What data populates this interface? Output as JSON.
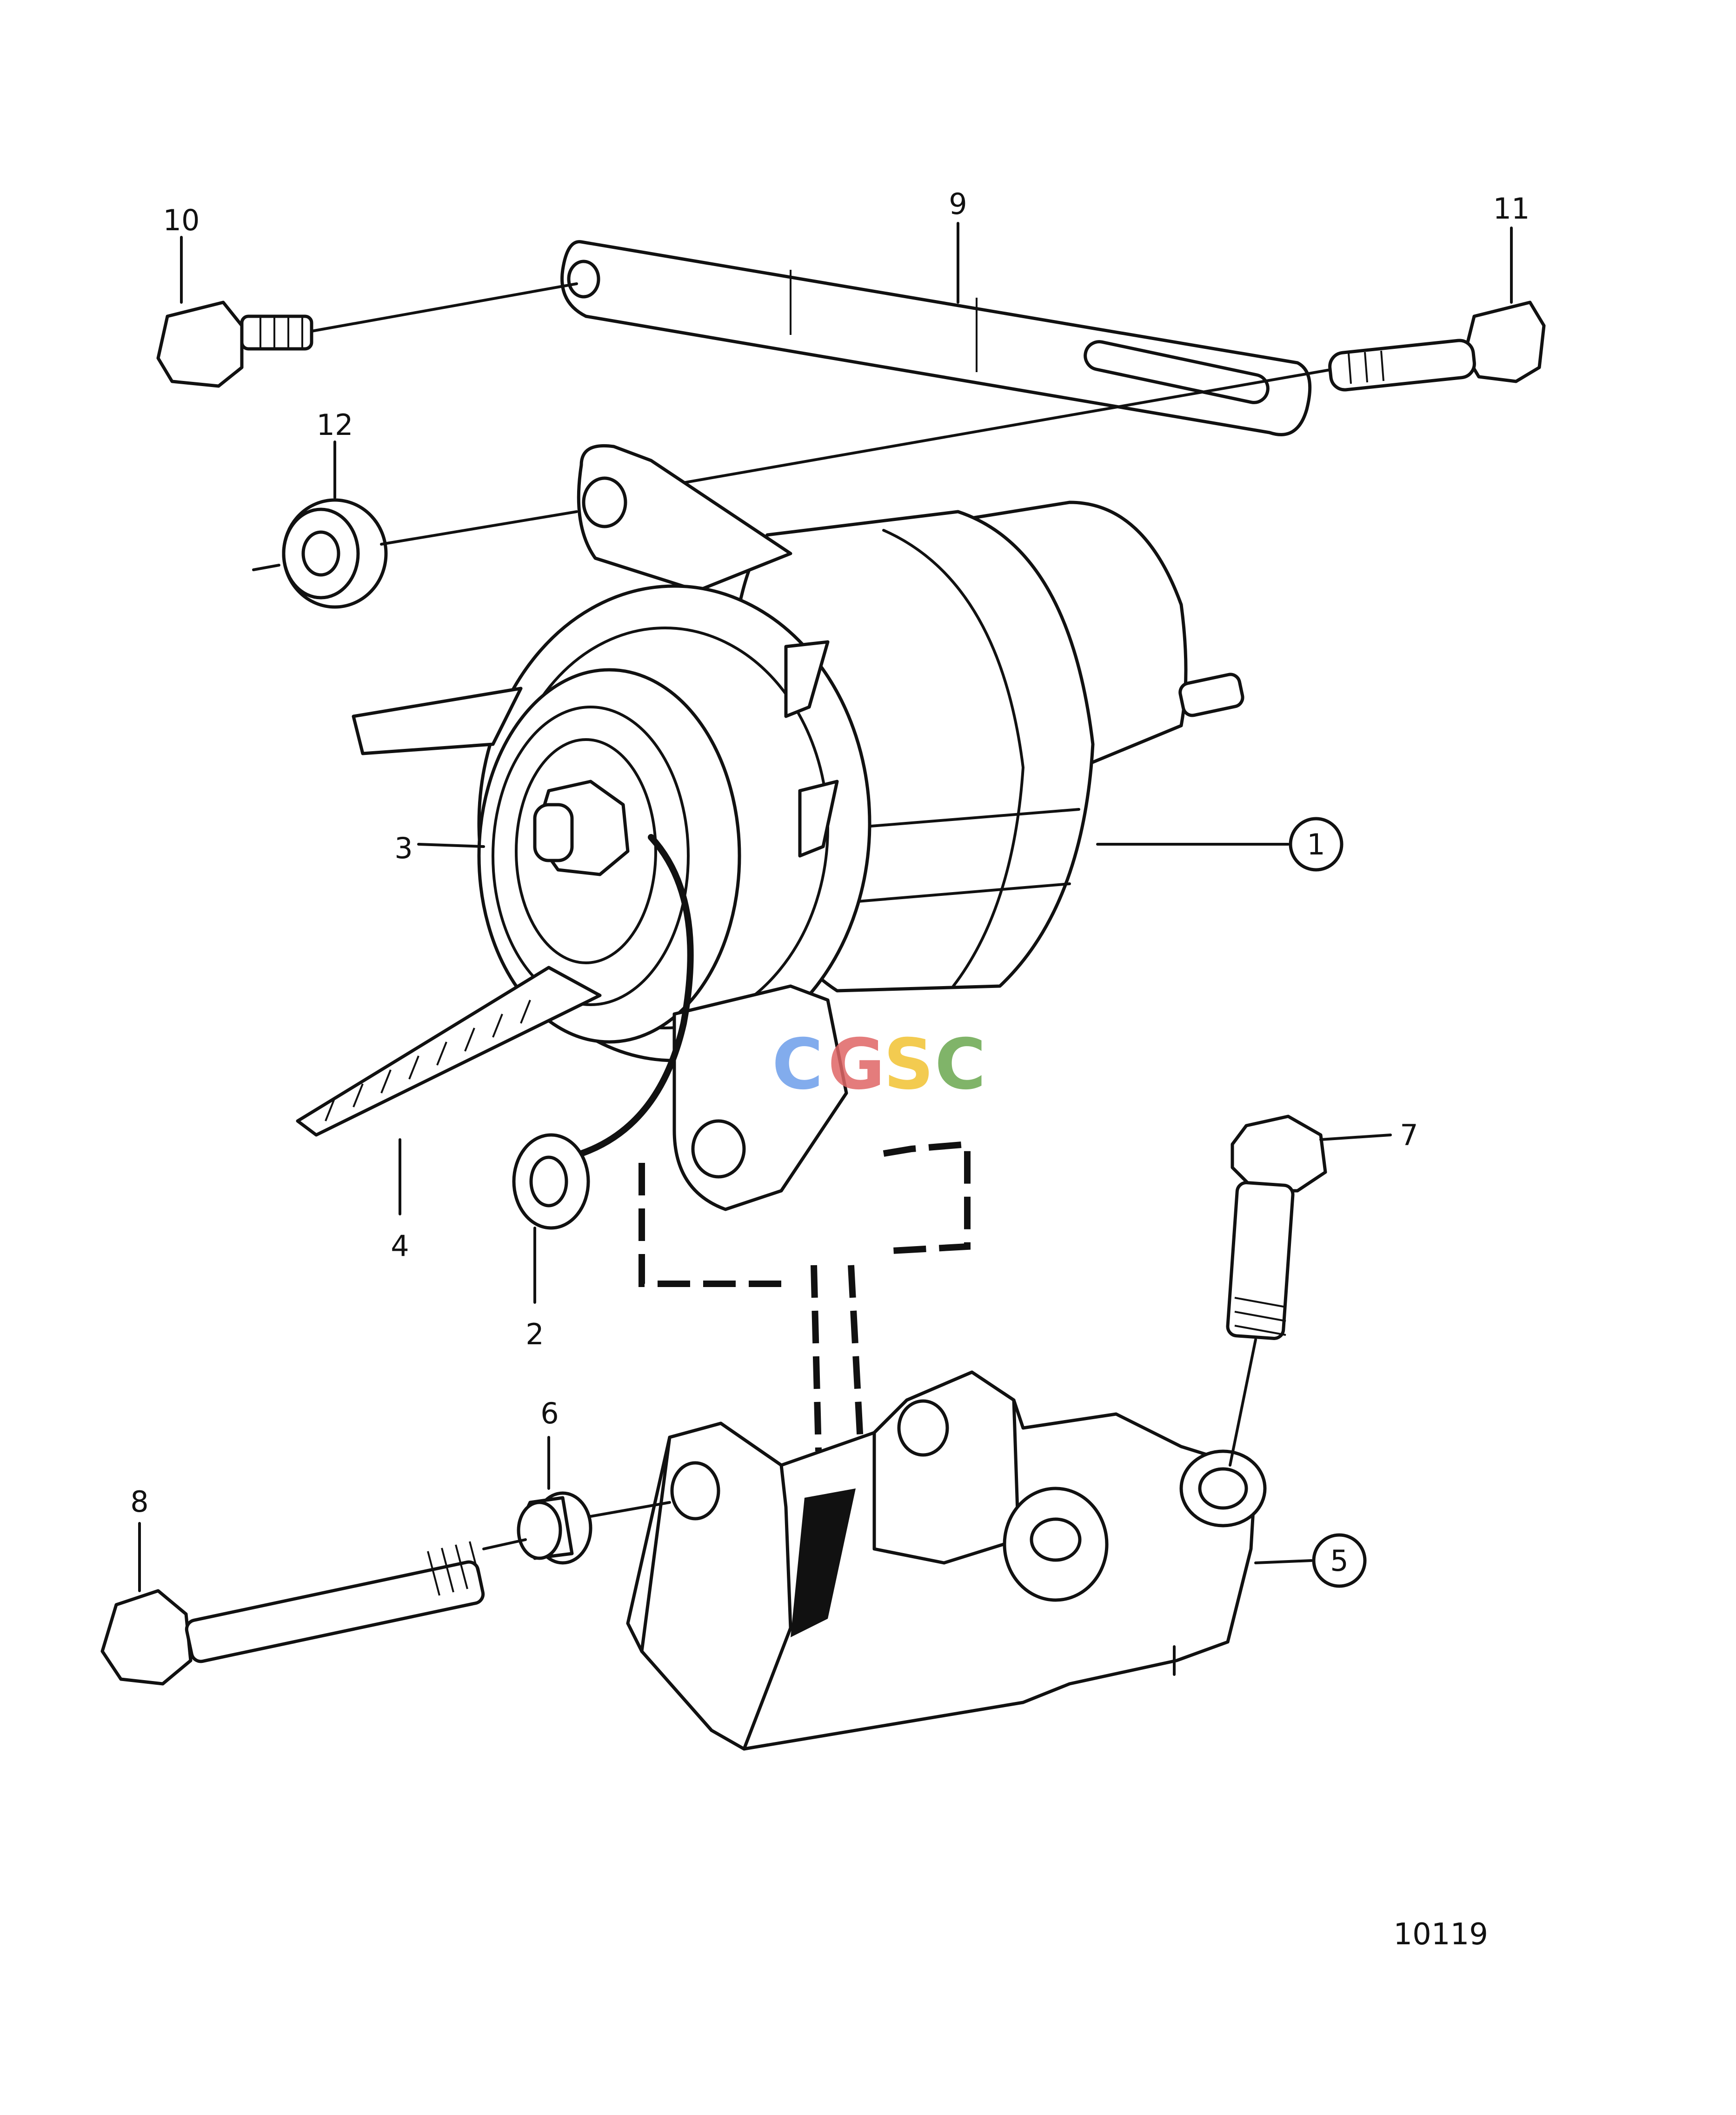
{
  "callouts": {
    "c1": "1",
    "c2": "2",
    "c3": "3",
    "c4": "4",
    "c5": "5",
    "c6": "6",
    "c7": "7",
    "c8": "8",
    "c9": "9",
    "c10": "10",
    "c11": "11",
    "c12": "12"
  },
  "figure_ref": "10119",
  "watermark": {
    "letters": [
      "C",
      "G",
      "S",
      "C"
    ],
    "colors": [
      "#6d9eeb",
      "#e06666",
      "#f1c232",
      "#6aa84f"
    ]
  }
}
